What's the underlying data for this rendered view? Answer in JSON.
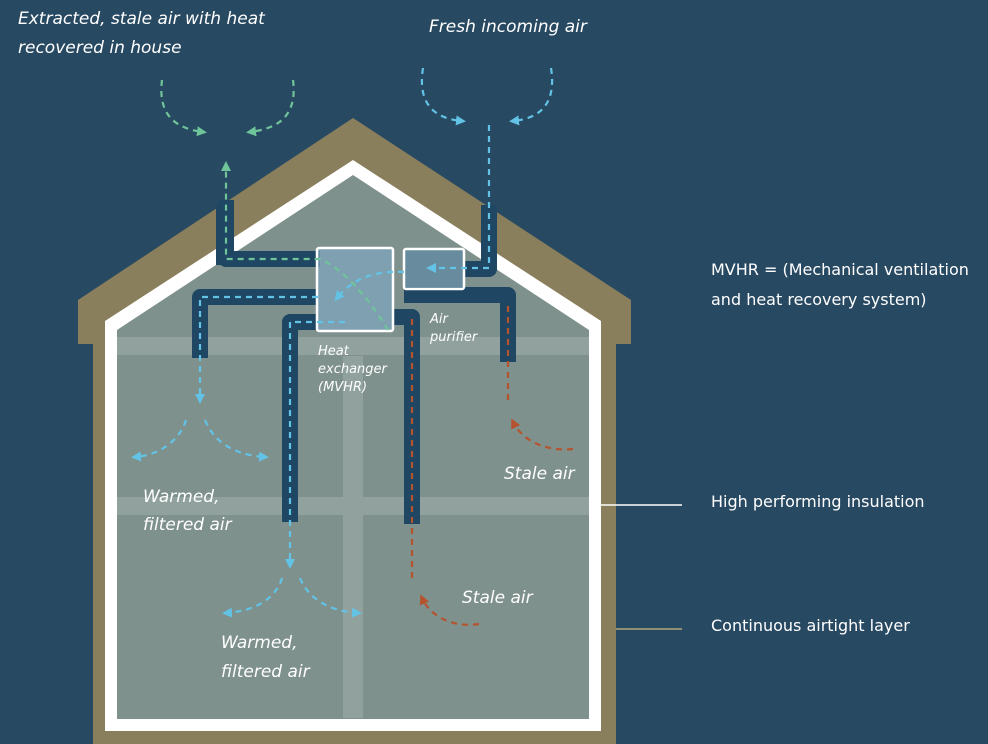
{
  "labels": {
    "extracted_line1": "Extracted, stale air with heat",
    "extracted_line2": "recovered in house",
    "fresh_incoming": "Fresh incoming air",
    "heat_exchanger_line1": "Heat",
    "heat_exchanger_line2": "exchanger",
    "heat_exchanger_line3": "(MVHR)",
    "air_purifier_line1": "Air",
    "air_purifier_line2": "purifier",
    "warmed_upper_line1": "Warmed,",
    "warmed_upper_line2": "filtered air",
    "warmed_lower_line1": "Warmed,",
    "warmed_lower_line2": "filtered air",
    "stale_upper": "Stale air",
    "stale_lower": "Stale air"
  },
  "callouts": {
    "mvhr_line1": "MVHR = (Mechanical ventilation",
    "mvhr_line2": "and heat recovery system)",
    "insulation": "High performing insulation",
    "airtight": "Continuous airtight layer"
  },
  "colors": {
    "background": "#284962",
    "airtight_layer": "#8a7f5c",
    "insulation": "#ffffff",
    "interior": "#7f918c",
    "duct": "#1f4662",
    "fresh_air": "#62c3e6",
    "extract_air": "#6fc49a",
    "stale_air": "#b5532f"
  }
}
